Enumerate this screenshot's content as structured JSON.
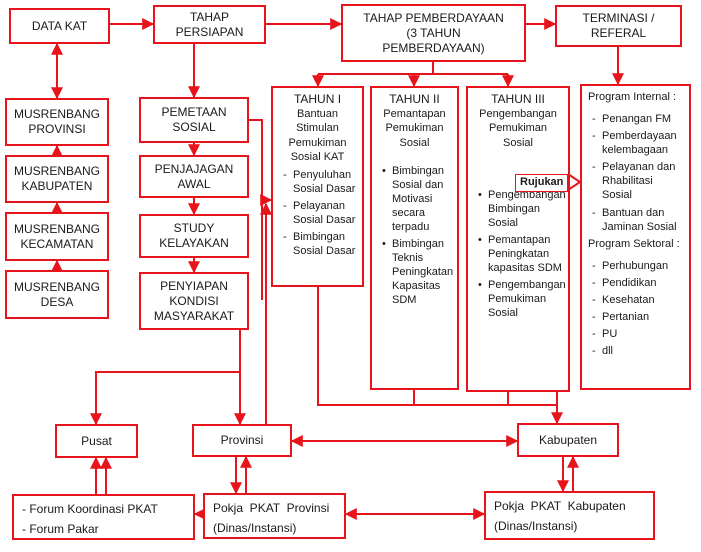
{
  "colors": {
    "accent": "#e8141b"
  },
  "boxes": {
    "data_kat": "DATA KAT",
    "tahap_persiapan": [
      "TAHAP",
      "PERSIAPAN"
    ],
    "tahap_pemberdayaan": [
      "TAHAP PEMBERDAYAAN",
      "(3 TAHUN",
      "PEMBERDAYAAN)"
    ],
    "terminasi": [
      "TERMINASI /",
      "REFERAL"
    ],
    "musrenbang_provinsi": [
      "MUSRENBANG",
      "PROVINSI"
    ],
    "musrenbang_kabupaten": [
      "MUSRENBANG",
      "KABUPATEN"
    ],
    "musrenbang_kecamatan": [
      "MUSRENBANG",
      "KECAMATAN"
    ],
    "musrenbang_desa": [
      "MUSRENBANG",
      "DESA"
    ],
    "pemetaan_sosial": [
      "PEMETAAN",
      "SOSIAL"
    ],
    "penjajagan_awal": [
      "PENJAJAGAN",
      "AWAL"
    ],
    "study_kelayakan": [
      "STUDY",
      "KELAYAKAN"
    ],
    "penyiapan_kondisi": [
      "PENYIAPAN",
      "KONDISI",
      "MASYARAKAT"
    ],
    "pusat": "Pusat",
    "provinsi": "Provinsi",
    "kabupaten": "Kabupaten",
    "forum": [
      "- Forum Koordinasi PKAT",
      "- Forum Pakar"
    ],
    "pokja_provinsi": [
      "Pokja  PKAT  Provinsi",
      "(Dinas/Instansi)"
    ],
    "pokja_kabupaten": [
      "Pokja  PKAT  Kabupaten",
      "(Dinas/Instansi)"
    ]
  },
  "tahun1": {
    "header": [
      "TAHUN I",
      "Bantuan",
      "Stimulan",
      "Pemukiman",
      "Sosial KAT"
    ],
    "items": [
      "Penyuluhan Sosial Dasar",
      "Pelayanan Sosial Dasar",
      "Bimbingan Sosial Dasar"
    ]
  },
  "tahun2": {
    "header": [
      "TAHUN II",
      "Pemantapan",
      "Pemukiman",
      "Sosial"
    ],
    "items": [
      "Bimbingan Sosial dan Motivasi secara terpadu",
      "Bimbingan Teknis Peningkatan Kapasitas SDM"
    ]
  },
  "tahun3": {
    "header": [
      "TAHUN III",
      "Pengembangan",
      "Pemukiman",
      "Sosial"
    ],
    "items": [
      "Pengembangan Bimbingan Sosial",
      "Pemantapan Peningkatan kapasitas SDM",
      "Pengembangan Pemukiman Sosial"
    ]
  },
  "rujukan": "Rujukan",
  "program": {
    "internal_title": "Program Internal :",
    "internal_items": [
      "Penangan FM",
      "Pemberdayaan kelembagaan",
      "Pelayanan dan Rhabilitasi Sosial",
      "Bantuan dan Jaminan Sosial"
    ],
    "sektoral_title": "Program Sektoral :",
    "sektoral_items": [
      "Perhubungan",
      "Pendidikan",
      "Kesehatan",
      "Pertanian",
      "PU",
      "dll"
    ]
  }
}
